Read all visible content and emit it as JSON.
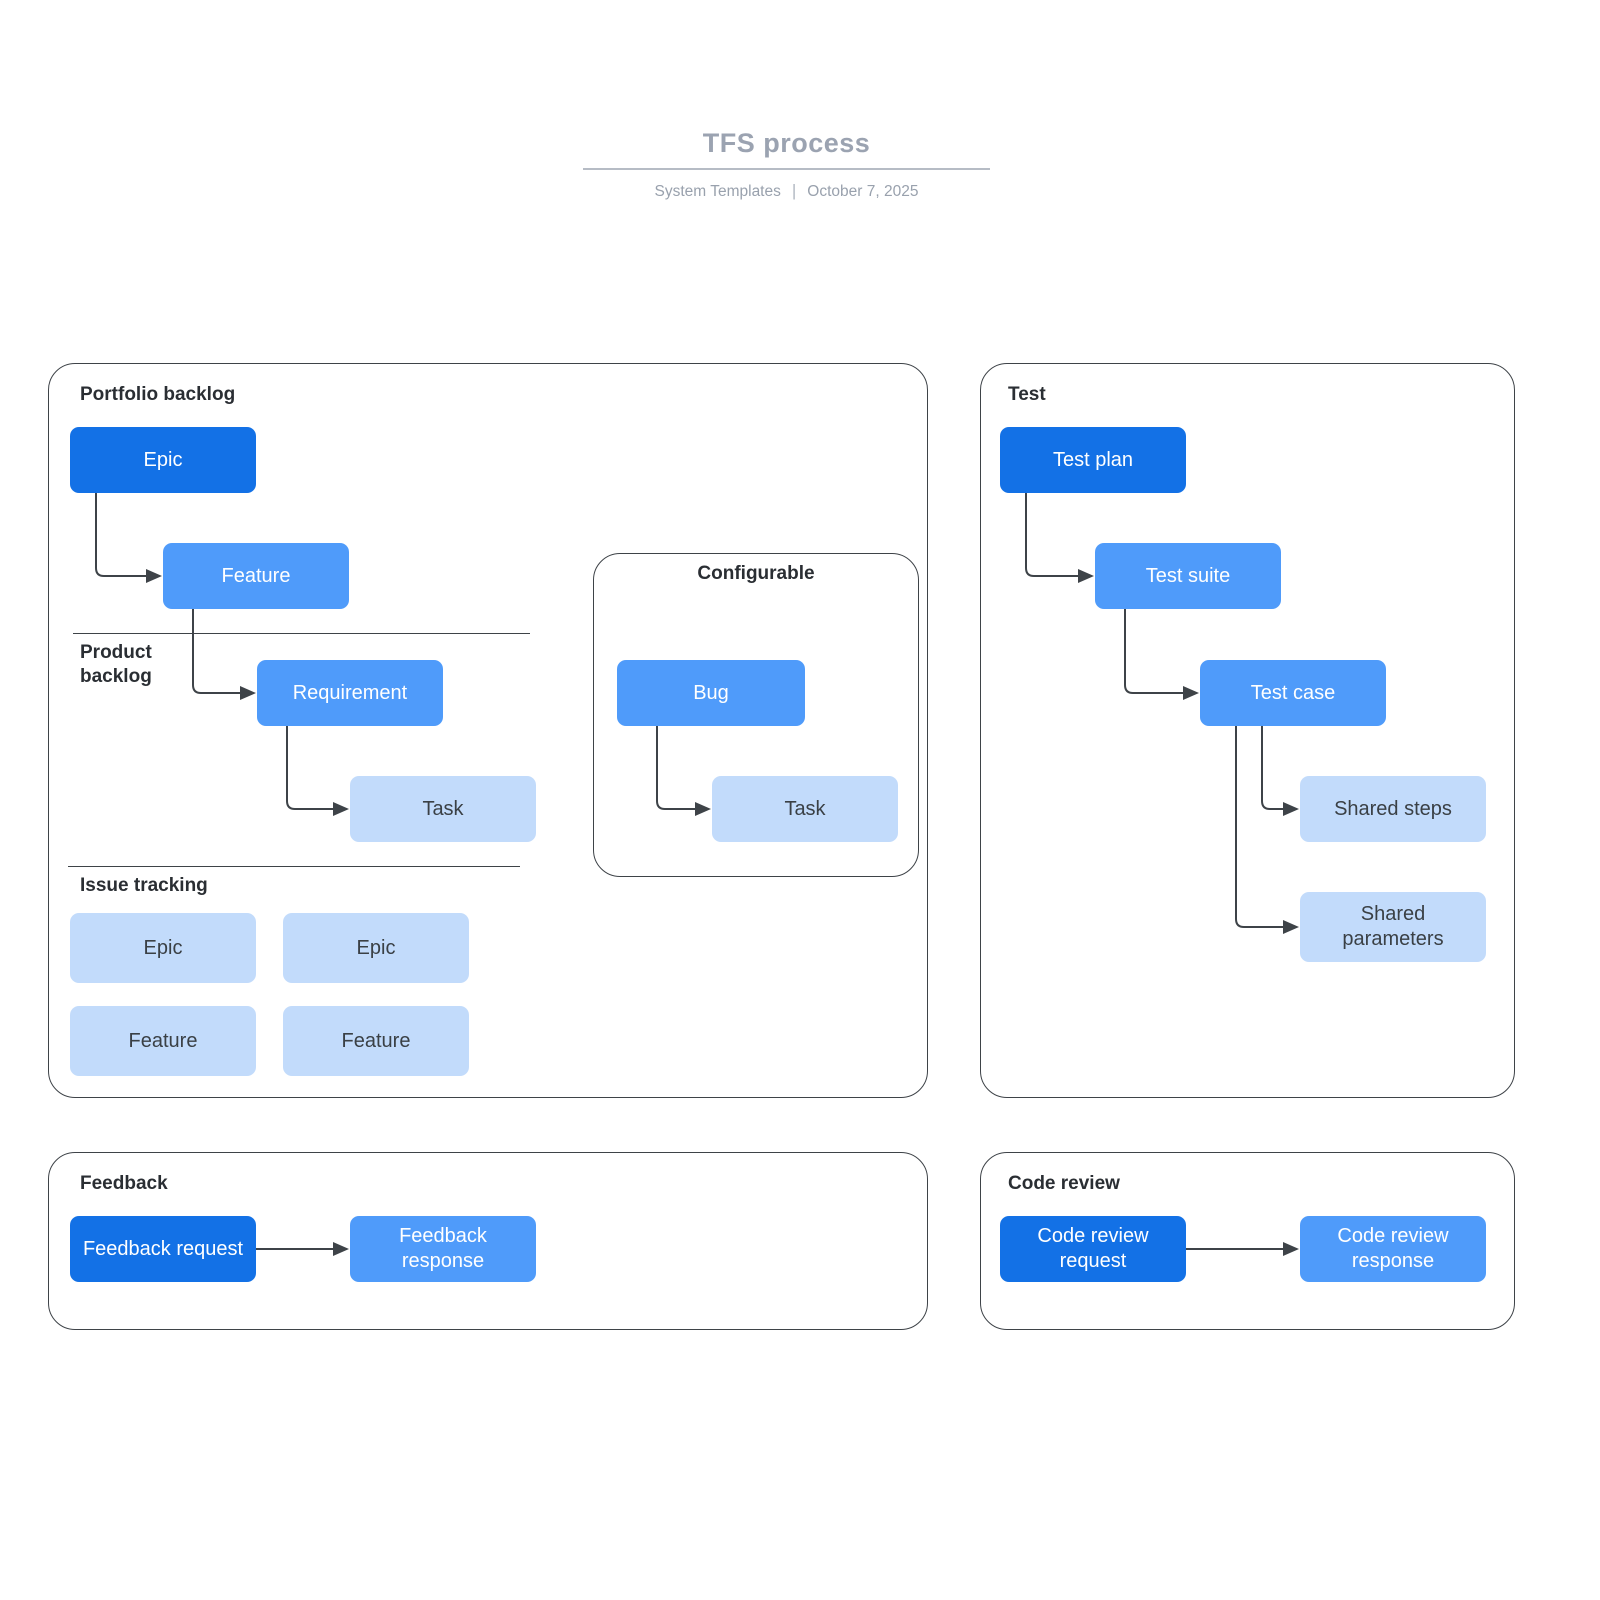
{
  "header": {
    "title": "TFS process",
    "meta_left": "System Templates",
    "meta_divider": "|",
    "meta_right": "October 7, 2025"
  },
  "colors": {
    "dark_blue": "#1371E6",
    "medium_blue": "#4F9BFA",
    "light_blue": "#C2DBFB",
    "outline": "#3E4348",
    "title_gray": "#9BA3B1"
  },
  "portfolio": {
    "title": "Portfolio backlog",
    "epic": "Epic",
    "feature": "Feature",
    "product_title": "Product\nbacklog",
    "requirement": "Requirement",
    "task": "Task",
    "issue_title": "Issue tracking",
    "issue_items": [
      "Epic",
      "Epic",
      "Feature",
      "Feature"
    ]
  },
  "configurable": {
    "title": "Configurable",
    "bug": "Bug",
    "task": "Task"
  },
  "test": {
    "title": "Test",
    "plan": "Test plan",
    "suite": "Test suite",
    "case": "Test case",
    "shared_steps": "Shared steps",
    "shared_parameters": "Shared\nparameters"
  },
  "feedback": {
    "title": "Feedback",
    "request": "Feedback request",
    "response": "Feedback\nresponse"
  },
  "code_review": {
    "title": "Code review",
    "request": "Code review\nrequest",
    "response": "Code review\nresponse"
  }
}
